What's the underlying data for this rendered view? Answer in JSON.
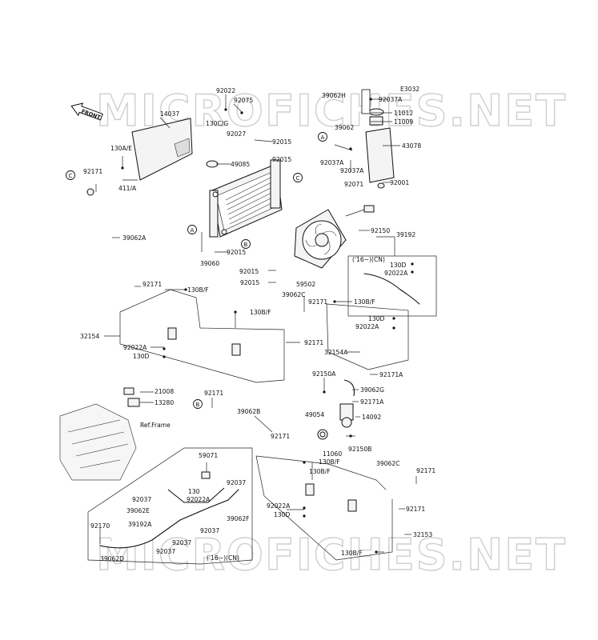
{
  "watermark": "MICROFICHES.NET",
  "front_label": "FRONT",
  "ref_frame": "Ref.Frame",
  "year_note_cn": "('16~)(CN)",
  "labels": {
    "l14037": "14037",
    "l92022": "92022",
    "l92075": "92075",
    "l130cg": "130C/G",
    "l92027": "92027",
    "l92015a": "92015",
    "l92015b": "92015",
    "l92015c": "92015",
    "l92015d": "92015",
    "l49085": "49085",
    "l130ae": "130A/E",
    "l411a": "411/A",
    "l92171a": "92171",
    "l39062a": "39062A",
    "l39060": "39060",
    "l59502": "59502",
    "l92150": "92150",
    "l39192": "39192",
    "l1300a": "130D",
    "l92022aa": "92022A",
    "l39062h": "39062H",
    "l92037aa": "92037A",
    "l e3032": "E3032",
    "l11012": "11012",
    "l11009": "11009",
    "l39062": "39062",
    "l43078": "43078",
    "l92037ab": "92037A",
    "l92037ac": "92037A",
    "l92071": "92071",
    "l92001": "92001",
    "l92171b": "92171",
    "l130bf1": "130B/F",
    "l130bf2": "130B/F",
    "l32154": "32154",
    "l92022ab": "92022A",
    "l130d2": "130D",
    "l39062c": "39062C",
    "l92171c": "92171",
    "l130bf3": "130B/F",
    "l130d3": "130D",
    "l92022ac": "92022A",
    "l92171d": "92171",
    "l32154a": "32154A",
    "l92171aa": "92171A",
    "l92150a": "92150A",
    "l39062g": "39062G",
    "l92171ab": "92171A",
    "l21008": "21008",
    "l13280": "13280",
    "l92171e": "92171",
    "l39062b": "39062B",
    "l49054": "49054",
    "l14092": "14092",
    "l92171f": "92171",
    "l11060": "11060",
    "l130bf4": "130B/F",
    "l92150b": "92150B",
    "l59071": "59071",
    "l92037a": "92037",
    "l130": "130",
    "l92037b": "92037",
    "l92022ad": "92022A",
    "l39062e": "39062E",
    "l39062f": "39062F",
    "l92037c": "92037",
    "l39192a": "39192A",
    "l92170": "92170",
    "l92037d": "92037",
    "l92037e": "92037",
    "l39062d": "39062D",
    "l130bf5": "130B/F",
    "l39062c2": "39062C",
    "l92171g": "92171",
    "l92022ae": "92022A",
    "l130d4": "130D",
    "l92171h": "92171",
    "l32153": "32153",
    "l130bf6": "130B/F",
    "l92015e": "92015"
  },
  "refs": {
    "A": "A",
    "B": "B",
    "C": "C"
  }
}
